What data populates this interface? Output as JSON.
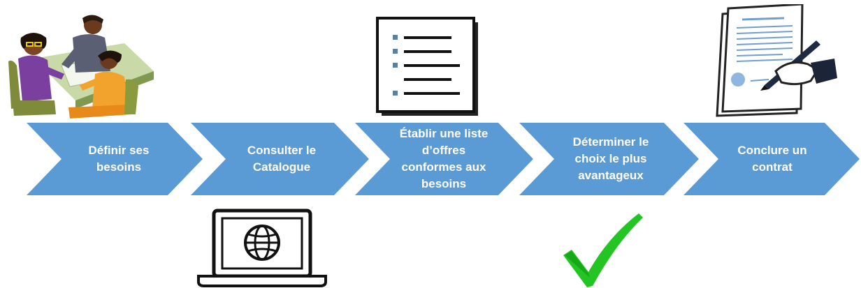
{
  "process": {
    "steps": [
      {
        "label": "Définir ses\nbesoins",
        "icon": "people-meeting-icon"
      },
      {
        "label": "Consulter le\nCatalogue",
        "icon": "laptop-globe-icon"
      },
      {
        "label": "Établir une liste\nd’offres\nconformes aux\nbesoins",
        "icon": "checklist-document-icon"
      },
      {
        "label": "Déterminer le\nchoix le plus\navantageux",
        "icon": "green-checkmark-icon"
      },
      {
        "label": "Conclure un\ncontrat",
        "icon": "signing-contract-icon"
      }
    ]
  },
  "colors": {
    "chevron": "#5b9bd5",
    "chevron_text": "#ffffff",
    "check": "#22c522"
  }
}
